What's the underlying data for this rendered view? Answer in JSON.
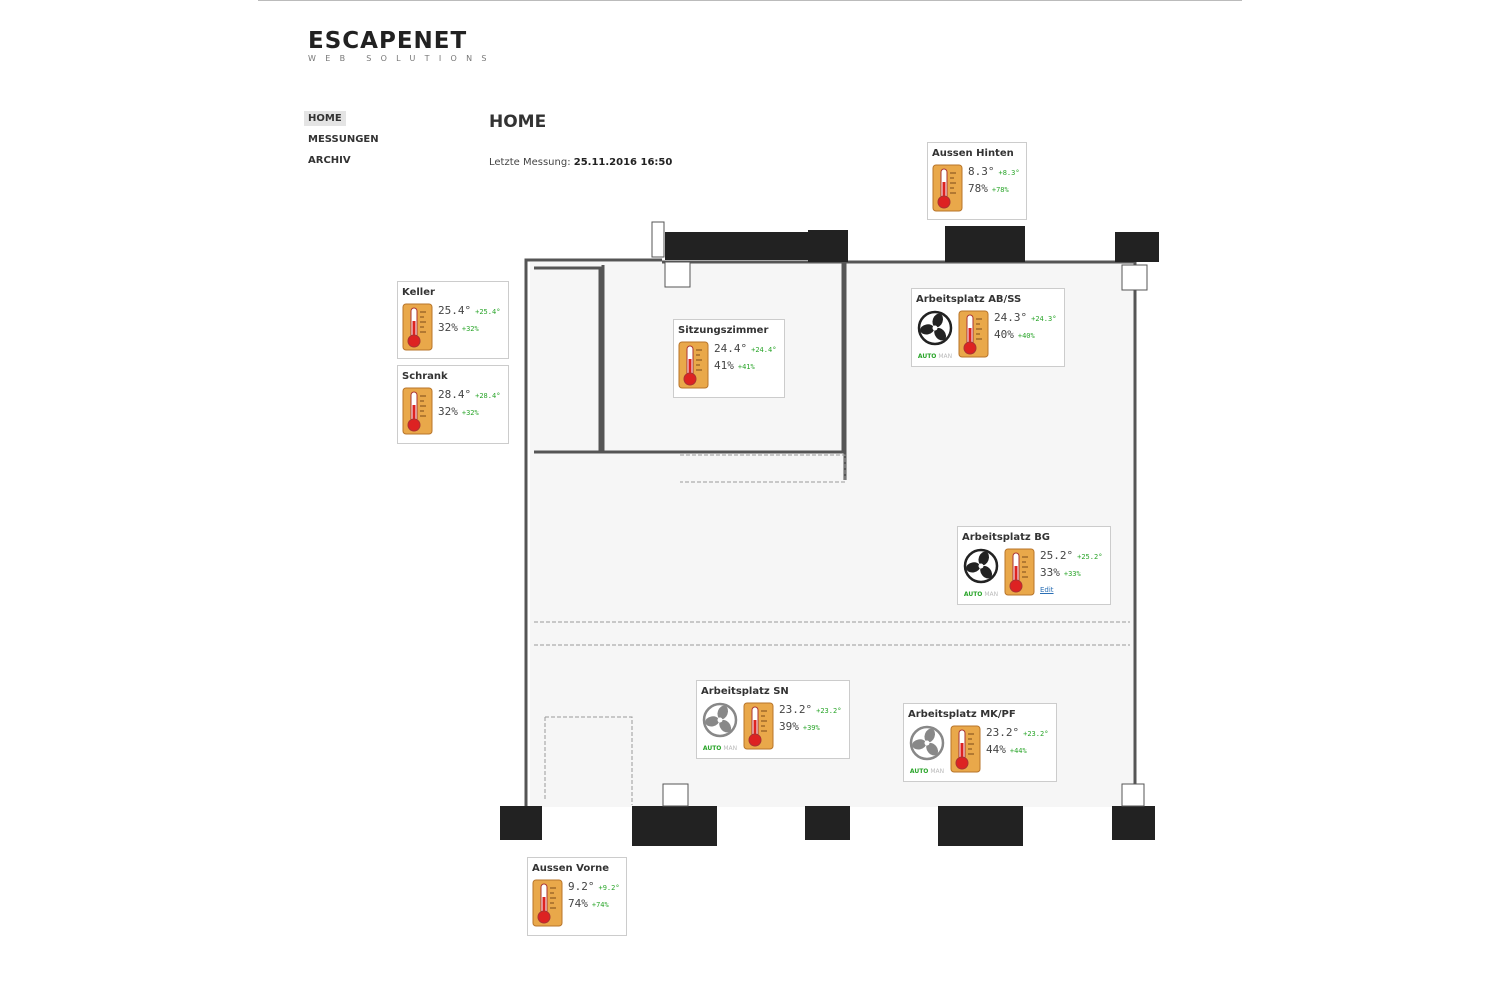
{
  "logo": {
    "brand": "ESCAPENET",
    "sub": "WEB SOLUTIONS"
  },
  "nav": [
    {
      "label": "HOME",
      "active": true
    },
    {
      "label": "MESSUNGEN"
    },
    {
      "label": "ARCHIV"
    }
  ],
  "page_title": "HOME",
  "last_measurement": {
    "label": "Letzte Messung:",
    "value": "25.11.2016 16:50"
  },
  "fan_modes": {
    "auto": "AUTO",
    "man": "MAN"
  },
  "edit_label": "Edit",
  "colors": {
    "fan_active": "#222222",
    "fan_inactive": "#888888",
    "delta": "#2aa52a"
  },
  "sensors": [
    {
      "name": "Aussen Hinten",
      "temp": "8.3°",
      "temp_delta": "+8.3°",
      "hum": "78%",
      "hum_delta": "+78%"
    },
    {
      "name": "Keller",
      "temp": "25.4°",
      "temp_delta": "+25.4°",
      "hum": "32%",
      "hum_delta": "+32%"
    },
    {
      "name": "Schrank",
      "temp": "28.4°",
      "temp_delta": "+28.4°",
      "hum": "32%",
      "hum_delta": "+32%"
    },
    {
      "name": "Sitzungszimmer",
      "temp": "24.4°",
      "temp_delta": "+24.4°",
      "hum": "41%",
      "hum_delta": "+41%"
    },
    {
      "name": "Arbeitsplatz AB/SS",
      "temp": "24.3°",
      "temp_delta": "+24.3°",
      "hum": "40%",
      "hum_delta": "+40%",
      "fan": "active"
    },
    {
      "name": "Arbeitsplatz BG",
      "temp": "25.2°",
      "temp_delta": "+25.2°",
      "hum": "33%",
      "hum_delta": "+33%",
      "fan": "active",
      "edit": true
    },
    {
      "name": "Arbeitsplatz SN",
      "temp": "23.2°",
      "temp_delta": "+23.2°",
      "hum": "39%",
      "hum_delta": "+39%",
      "fan": "inactive"
    },
    {
      "name": "Arbeitsplatz MK/PF",
      "temp": "23.2°",
      "temp_delta": "+23.2°",
      "hum": "44%",
      "hum_delta": "+44%",
      "fan": "inactive"
    },
    {
      "name": "Aussen Vorne",
      "temp": "9.2°",
      "temp_delta": "+9.2°",
      "hum": "74%",
      "hum_delta": "+74%"
    }
  ]
}
